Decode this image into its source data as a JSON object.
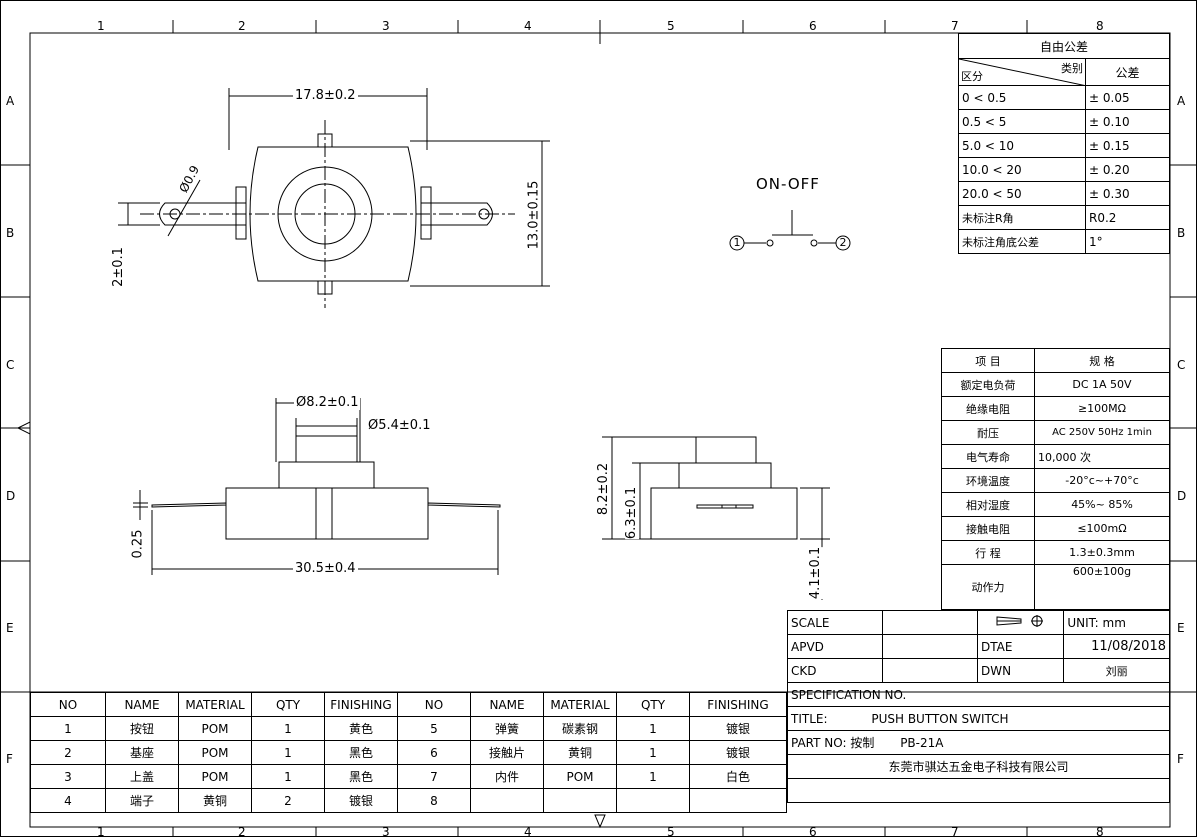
{
  "frame": {
    "cols_top": [
      "1",
      "2",
      "3",
      "4",
      "5",
      "6",
      "7",
      "8"
    ],
    "cols_bottom": [
      "1",
      "2",
      "3",
      "4",
      "5",
      "6",
      "7",
      "8"
    ],
    "rows": [
      "A",
      "B",
      "C",
      "D",
      "E",
      "F"
    ]
  },
  "dims": {
    "width_top": "17.8±0.2",
    "hole": "Ø0.9",
    "height_top": "13.0±0.15",
    "tab": "2±0.1",
    "d_outer": "Ø8.2±0.1",
    "d_inner": "Ø5.4±0.1",
    "thick": "0.25",
    "total_width": "30.5±0.4",
    "h_total": "8.2±0.2",
    "h_button": "6.3±0.1",
    "h_body": "4.1±0.1"
  },
  "circuit": {
    "label": "ON-OFF",
    "pin1": "1",
    "pin2": "2"
  },
  "tolerance": {
    "title": "自由公差",
    "header_left": "区分",
    "header_right_top": "类别",
    "header_value": "公差",
    "rows": [
      {
        "range": "0    < 0.5",
        "tol": "± 0.05"
      },
      {
        "range": "0.5    < 5",
        "tol": "± 0.10"
      },
      {
        "range": "5.0    < 10",
        "tol": "± 0.15"
      },
      {
        "range": "10.0   < 20",
        "tol": "± 0.20"
      },
      {
        "range": "20.0   < 50",
        "tol": "± 0.30"
      },
      {
        "range": "未标注R角",
        "tol": "R0.2"
      },
      {
        "range": "未标注角底公差",
        "tol": "1°"
      }
    ]
  },
  "specs": {
    "header_item": "项    目",
    "header_spec": "规      格",
    "rows": [
      {
        "item": "额定电负荷",
        "spec": "DC   1A   50V"
      },
      {
        "item": "绝缘电阻",
        "spec": "≥100MΩ"
      },
      {
        "item": "耐压",
        "spec": "AC 250V 50Hz 1min"
      },
      {
        "item": "电气寿命",
        "spec": "10,000  次"
      },
      {
        "item": "环境温度",
        "spec": "-20°c~+70°c"
      },
      {
        "item": "相对湿度",
        "spec": "45%~ 85%"
      },
      {
        "item": "接触电阻",
        "spec": "≤100mΩ"
      },
      {
        "item": "行    程",
        "spec": "1.3±0.3mm"
      },
      {
        "item": "动作力",
        "spec": "600±100g"
      }
    ]
  },
  "title_block": {
    "scale": "SCALE",
    "apvd": "APVD",
    "ckd": "CKD",
    "unit": "UNIT: mm",
    "dtae": "DTAE",
    "date": "11/08/2018",
    "dwn": "DWN",
    "drawer": "刘丽",
    "spec_no": "SPECIFICATION NO.",
    "title_label": "TITLE:",
    "title": "PUSH BUTTON SWITCH",
    "part_label": "PART NO: 按制",
    "part_no": "PB-21A",
    "company": "东莞市骐达五金电子科技有限公司"
  },
  "bom": {
    "headers": [
      "NO",
      "NAME",
      "MATERIAL",
      "QTY",
      "FINISHING",
      "NO",
      "NAME",
      "MATERIAL",
      "QTY",
      "FINISHING"
    ],
    "rows": [
      [
        "1",
        "按钮",
        "POM",
        "1",
        "黄色",
        "5",
        "弹簧",
        "碳素钢",
        "1",
        "镀银"
      ],
      [
        "2",
        "基座",
        "POM",
        "1",
        "黑色",
        "6",
        "接触片",
        "黄铜",
        "1",
        "镀银"
      ],
      [
        "3",
        "上盖",
        "POM",
        "1",
        "黑色",
        "7",
        "内件",
        "POM",
        "1",
        "白色"
      ],
      [
        "4",
        "端子",
        "黄铜",
        "2",
        "镀银",
        "8",
        "",
        "",
        "",
        ""
      ]
    ]
  }
}
